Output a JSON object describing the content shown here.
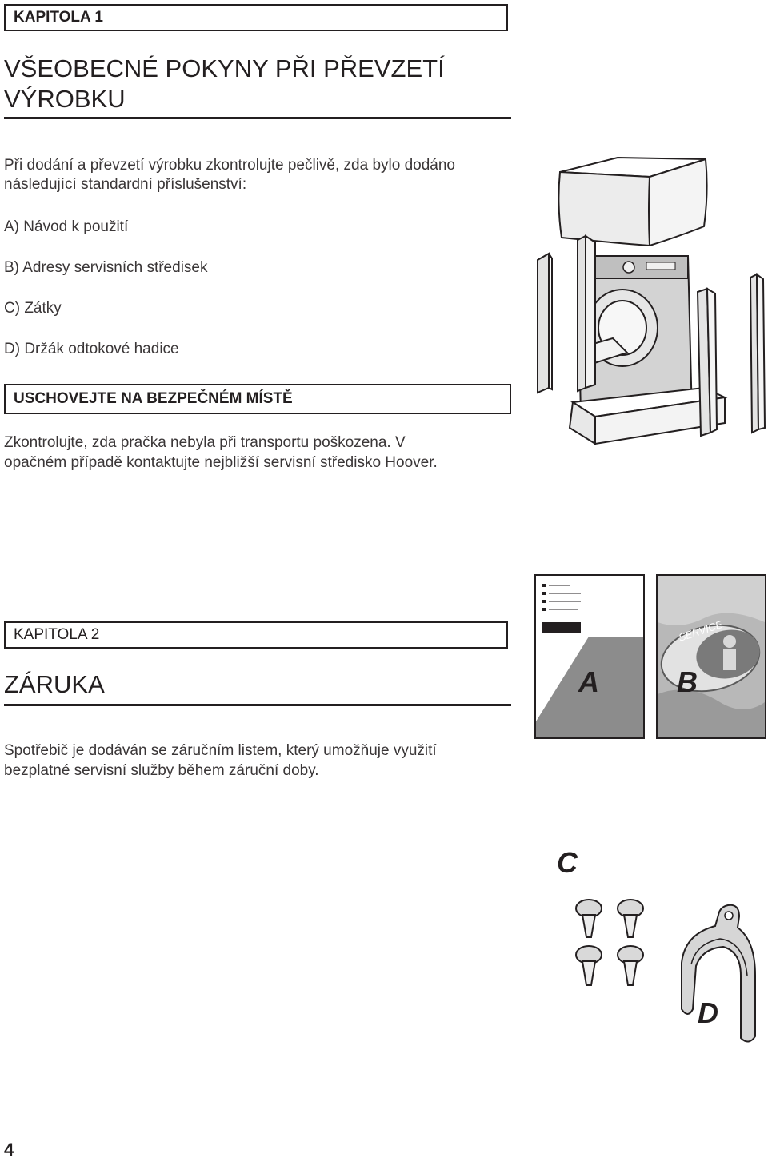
{
  "chapter1": {
    "label": "KAPITOLA 1",
    "title_line1": "VŠEOBECNÉ POKYNY PŘI PŘEVZETÍ",
    "title_line2": "VÝROBKU",
    "intro_line1": "Při dodání a převzetí výrobku zkontrolujte pečlivě, zda bylo dodáno",
    "intro_line2": "následující standardní příslušenství:",
    "items": [
      "A)  Návod k použití",
      "B)  Adresy servisních středisek",
      "C)  Zátky",
      "D)  Držák odtokové hadice"
    ],
    "warning": "USCHOVEJTE NA BEZPEČNÉM MÍSTĚ",
    "check_line1": "Zkontrolujte, zda pračka nebyla při transportu poškozena. V",
    "check_line2": "opačném případě kontaktujte nejbližší servisní středisko Hoover."
  },
  "chapter2": {
    "label": "KAPITOLA 2",
    "title": "ZÁRUKA",
    "text_line1": "Spotřebič je dodáván se záručním listem, který umožňuje využití",
    "text_line2": "bezplatné servisní služby během záruční doby."
  },
  "figures": {
    "letter_a": "A",
    "letter_b": "B",
    "letter_c": "C",
    "letter_d": "D",
    "service_text": "SERVICE"
  },
  "page_number": "4"
}
